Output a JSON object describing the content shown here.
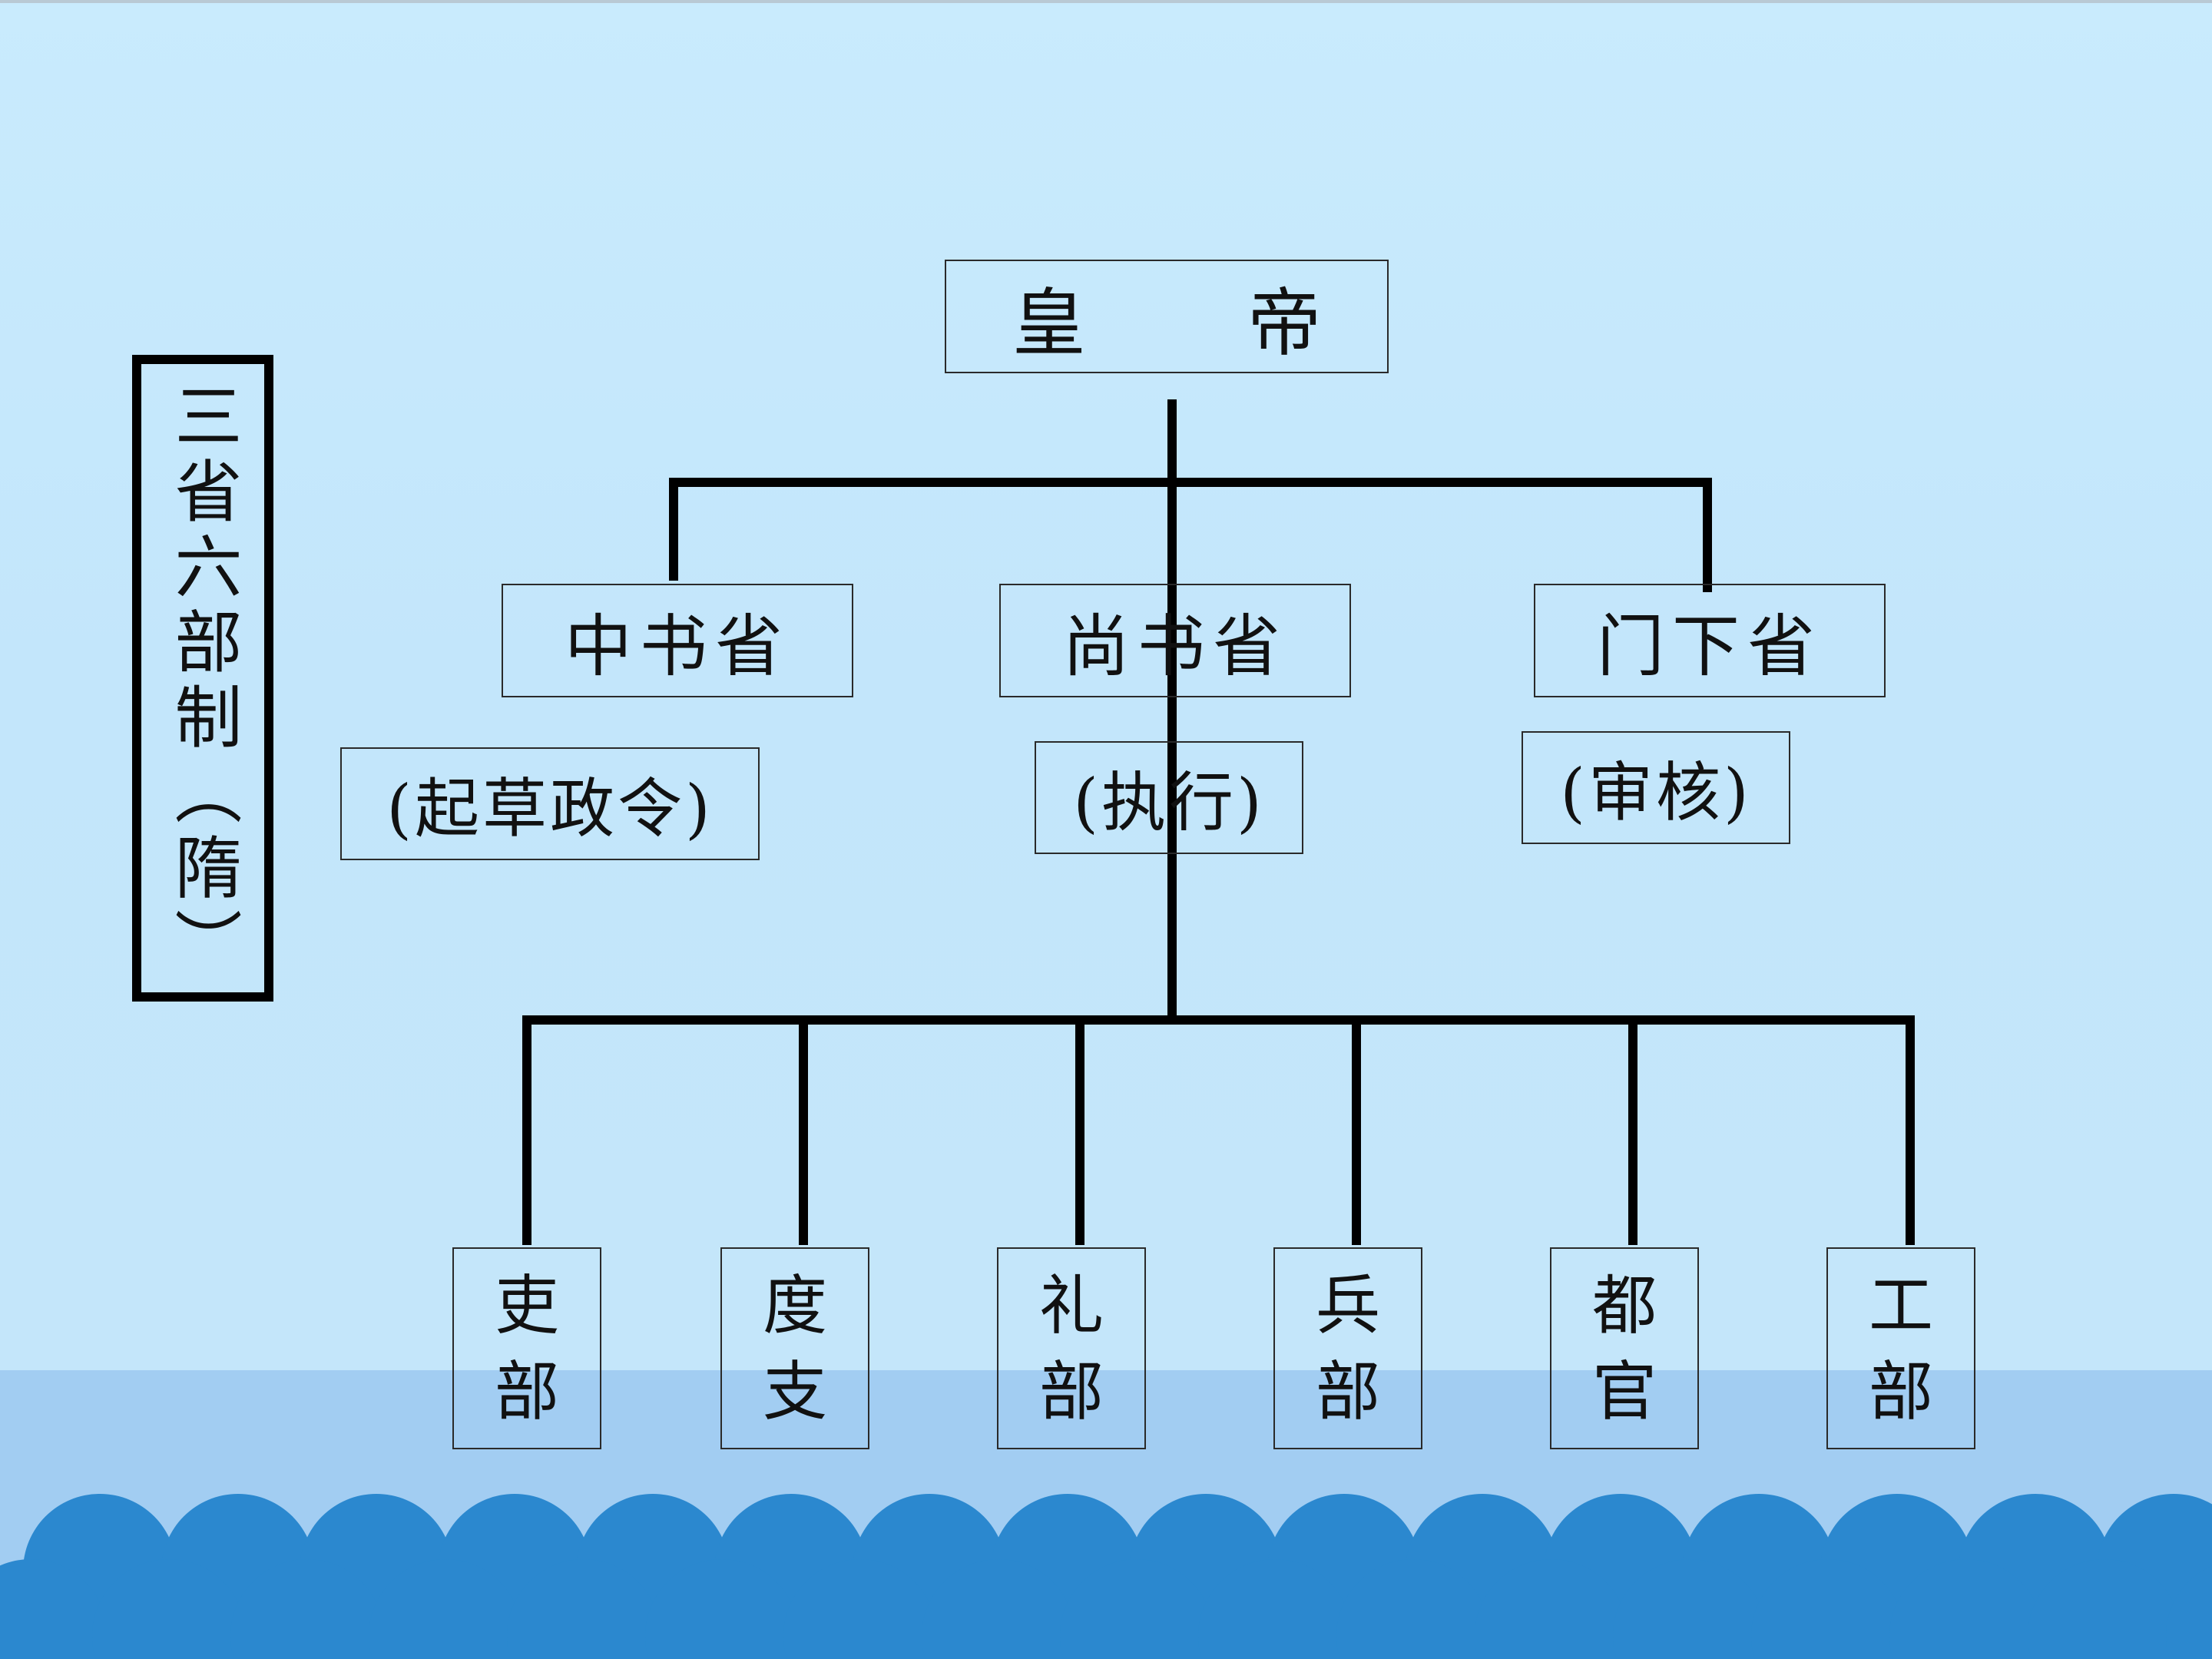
{
  "title": "三省六部制（隋）",
  "emperor": "皇 帝",
  "provinces": [
    {
      "name": "中书省",
      "role": "(起草政令)"
    },
    {
      "name": "尚书省",
      "role": "(执行)"
    },
    {
      "name": "门下省",
      "role": "(审核)"
    }
  ],
  "ministries": [
    {
      "line1": "吏",
      "line2": "部"
    },
    {
      "line1": "度",
      "line2": "支"
    },
    {
      "line1": "礼",
      "line2": "部"
    },
    {
      "line1": "兵",
      "line2": "部"
    },
    {
      "line1": "都",
      "line2": "官"
    },
    {
      "line1": "工",
      "line2": "部"
    }
  ],
  "colors": {
    "background": "#c5e7fb",
    "band": "#a2cdf2",
    "wave": "#2b88cf",
    "line": "#000000"
  }
}
